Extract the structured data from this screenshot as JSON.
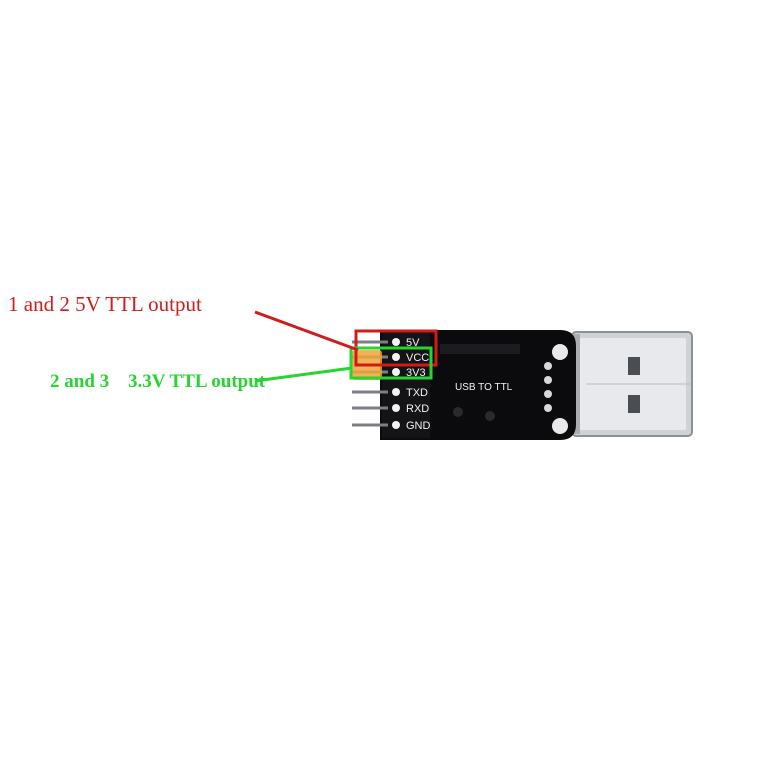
{
  "annotations": {
    "red_caption": "1 and 2 5V TTL output",
    "green_caption_pins": "2 and 3",
    "green_caption_voltage": "3.3V TTL output",
    "red_color": "#d11a1a",
    "green_color": "#27d431"
  },
  "board": {
    "silkscreen": "USB TO TTL",
    "pins": [
      "5V",
      "VCC",
      "3V3",
      "TXD",
      "RXD",
      "GND"
    ],
    "pcb_color": "#0b0b0d",
    "connector": "usb-a-plug"
  }
}
